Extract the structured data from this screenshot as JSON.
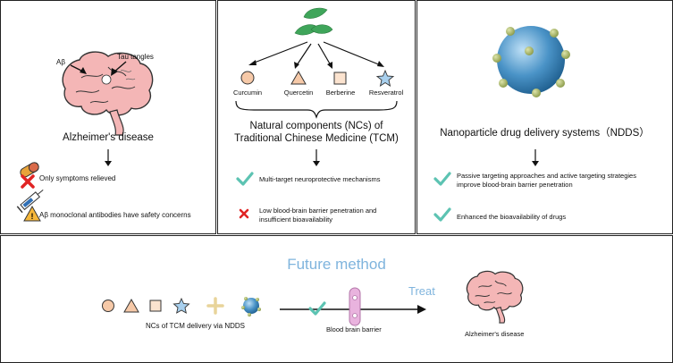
{
  "panel_ad": {
    "label_abeta": "Aβ",
    "label_tau": "Tau tangles",
    "title": "Alzheimer's disease",
    "item1": "Only symptoms relieved",
    "item2": "Aβ monoclonal antibodies have safety concerns",
    "icons": [
      "brain-icon",
      "pill-icon",
      "cross-icon",
      "syringe-icon",
      "warning-icon"
    ]
  },
  "panel_tcm": {
    "compounds": [
      "Curcumin",
      "Quercetin",
      "Berberine",
      "Resveratrol"
    ],
    "title_line1": "Natural components (NCs) of",
    "title_line2": "Traditional Chinese Medicine (TCM)",
    "pro": "Multi-target neuroprotective mechanisms",
    "con_line1": "Low blood-brain barrier penetration and",
    "con_line2": "insufficient bioavailability",
    "icons": [
      "leaves-icon",
      "circle-icon",
      "triangle-icon",
      "square-icon",
      "star-icon",
      "check-icon",
      "cross-icon"
    ]
  },
  "panel_ndds": {
    "title": "Nanoparticle drug delivery systems（NDDS）",
    "item1_line1": "Passive targeting approaches and active targeting strategies",
    "item1_line2": "improve blood-brain barrier penetration",
    "item2": "Enhanced the bioavailability of drugs",
    "icons": [
      "nanoparticle-icon",
      "check-icon"
    ]
  },
  "panel_future": {
    "title": "Future method",
    "treat": "Treat",
    "delivery_label": "NCs of TCM delivery via NDDS",
    "bbb_label": "Blood brain barrier",
    "target_label": "Alzheimer's disease",
    "icons": [
      "circle-icon",
      "triangle-icon",
      "square-icon",
      "star-icon",
      "plus-icon",
      "nanoparticle-icon",
      "check-icon",
      "barrier-icon",
      "brain-icon"
    ]
  },
  "colors": {
    "title_blue": "#7FB4DD",
    "check_teal": "#5CC3B2",
    "cross_red": "#E02424",
    "brain_pink": "#F4B6B6",
    "orange_shape": "#F6C9A8",
    "plus_yellow": "#E8D49A",
    "star_blue": "#A8D0EE",
    "nano_blue": "#4A93C7",
    "nano_knob": "#A9B86A",
    "barrier_pink": "#E9B3DE"
  }
}
